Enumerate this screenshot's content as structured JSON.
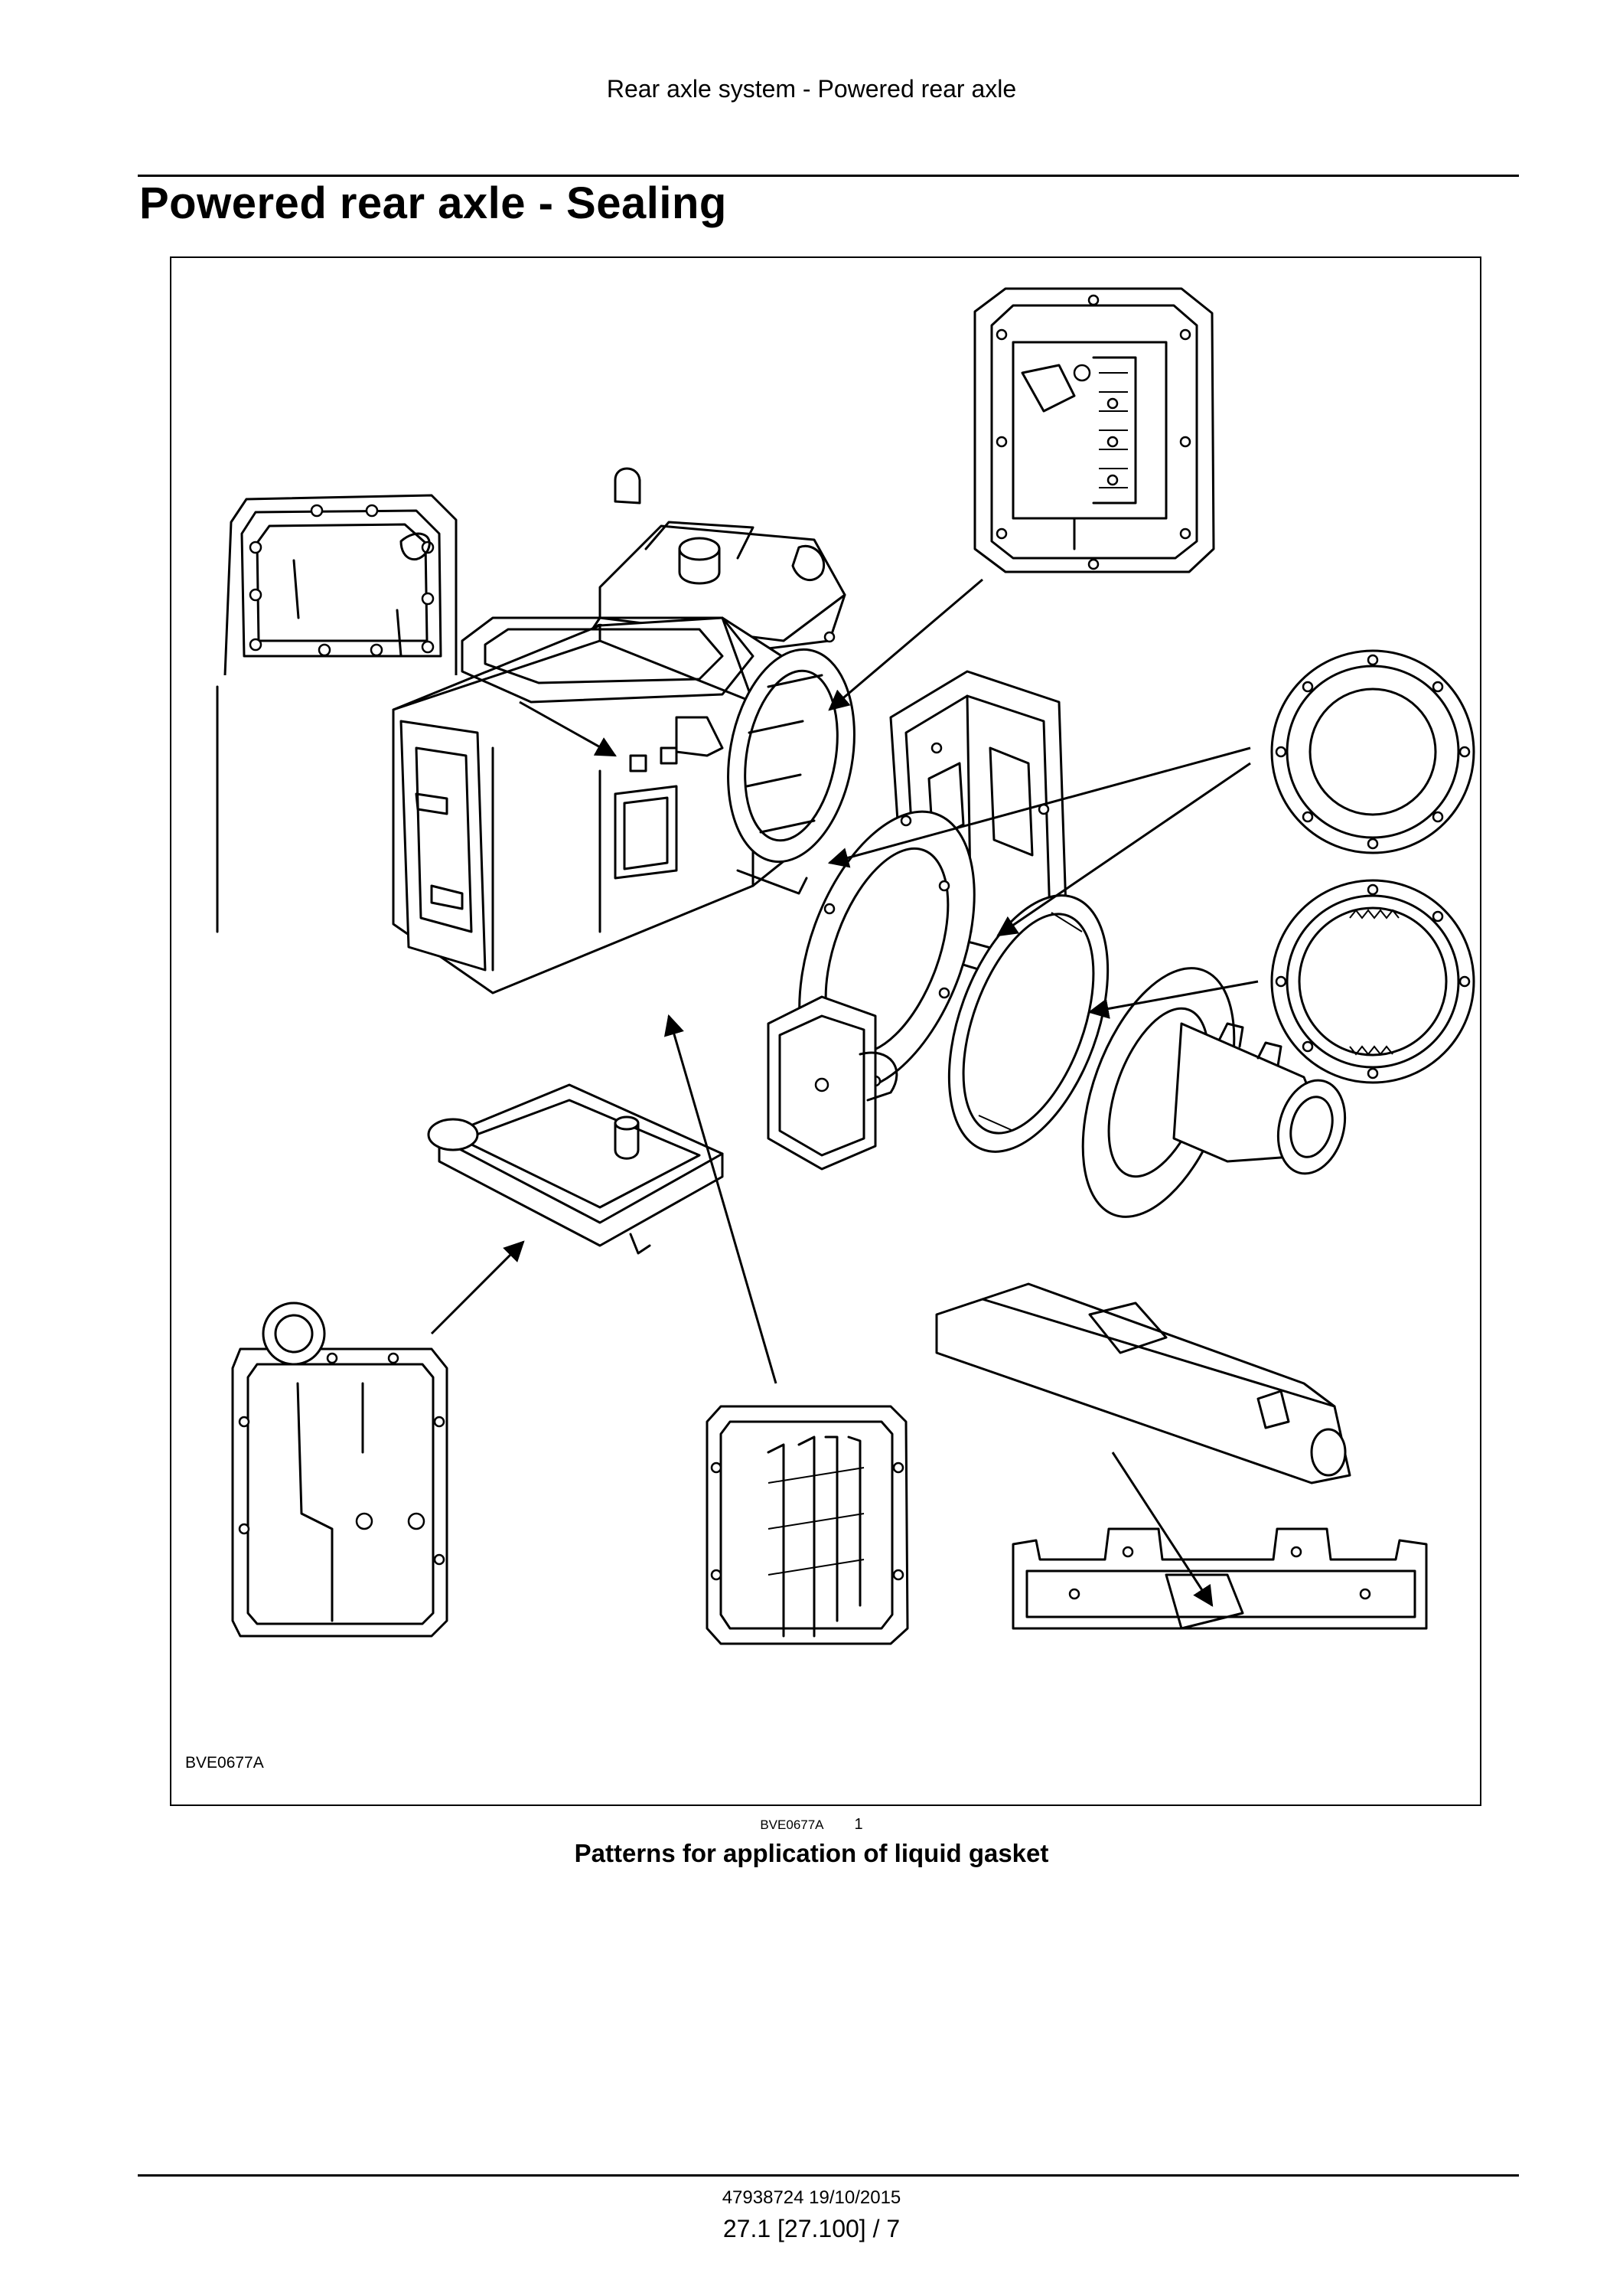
{
  "header": {
    "section": "Rear axle system - Powered rear axle"
  },
  "title": "Powered rear axle - Sealing",
  "figure": {
    "code": "BVE0677A",
    "ref_code": "BVE0677A",
    "ref_number": "1",
    "caption": "Patterns for application of liquid gasket"
  },
  "footer": {
    "doc_line": "47938724 19/10/2015",
    "page_line": "27.1 [27.100] / 7"
  }
}
